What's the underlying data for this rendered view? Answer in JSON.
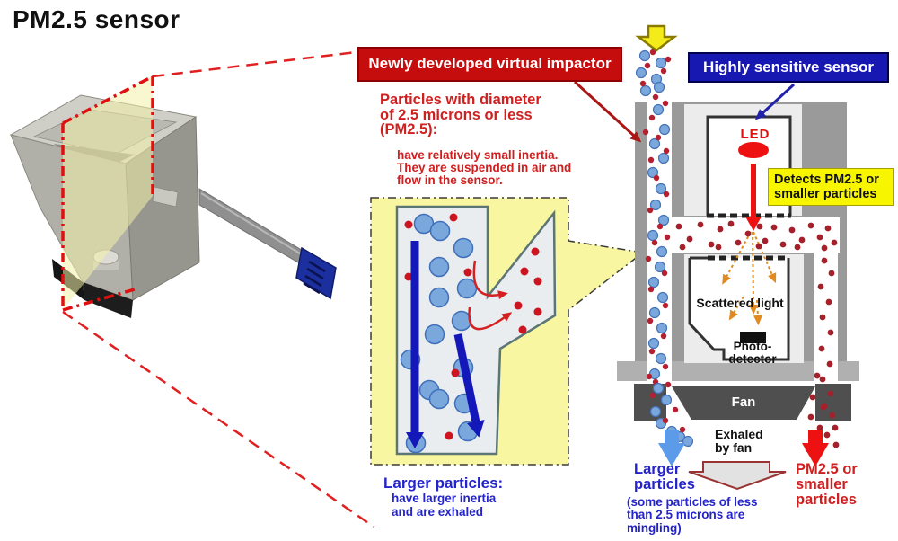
{
  "page": {
    "title": "PM2.5 sensor"
  },
  "banners": {
    "virtual_impactor": "Newly developed virtual impactor",
    "sensitive_sensor": "Highly sensitive sensor"
  },
  "annotations": {
    "pm25_heading": "Particles with diameter\nof 2.5 microns or less\n(PM2.5):",
    "pm25_body": "have relatively small inertia.\nThey are suspended in air and\nflow in the sensor.",
    "detects": "Detects PM2.5 or\nsmaller particles",
    "inset_caption_heading": "Larger particles:",
    "inset_caption_body": "have larger inertia\nand are exhaled",
    "larger_particles": "Larger\nparticles",
    "mingling_note": "(some particles of less\nthan 2.5 microns are\nmingling)",
    "pm25_smaller": "PM2.5 or\nsmaller\nparticles",
    "exhaled_by_fan": "Exhaled\nby fan"
  },
  "sensor_parts": {
    "led": "LED",
    "scattered_light": "Scattered light",
    "photo_detector": "Photo-\ndetector",
    "fan": "Fan"
  },
  "icons": {
    "intake_arrow": "yellow-down-block-arrow",
    "larger_exit_arrow": "blue-down-arrow",
    "pm25_exit_arrow": "red-down-arrow",
    "exhaust_arrow": "gray-down-block-arrow",
    "led_beam": "red-down-arrow",
    "impactor_pointer": "red-pointer-arrow",
    "sensor_pointer": "blue-pointer-arrow"
  },
  "colors": {
    "banner_red": "#c60d0d",
    "banner_blue": "#1717b2",
    "accent_red_text": "#cf2020",
    "accent_blue_text": "#2424cc",
    "highlight_yellow": "#f8f500",
    "inset_yellow": "#f8f6a0",
    "large_particle_blue": "#7aa7dc",
    "small_particle_red": "#b52030",
    "housing_gray": "#9a9a9a",
    "panel_gray": "#ececec",
    "fan_dark": "#4f4f4f"
  }
}
